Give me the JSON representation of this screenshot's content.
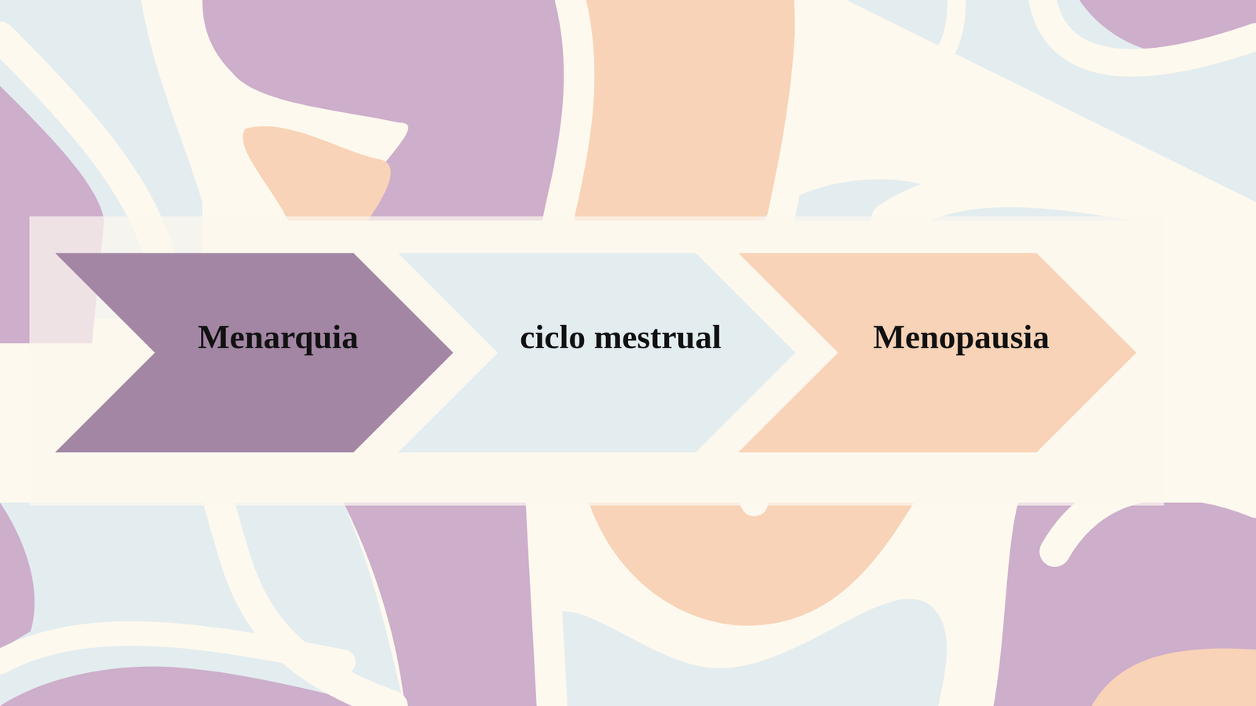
{
  "diagram": {
    "nodes": [
      {
        "text": [
          "Menarquia"
        ]
      },
      {
        "text": [
          "ciclo mestrual"
        ]
      },
      {
        "text": [
          "Menopausia"
        ]
      }
    ]
  }
}
